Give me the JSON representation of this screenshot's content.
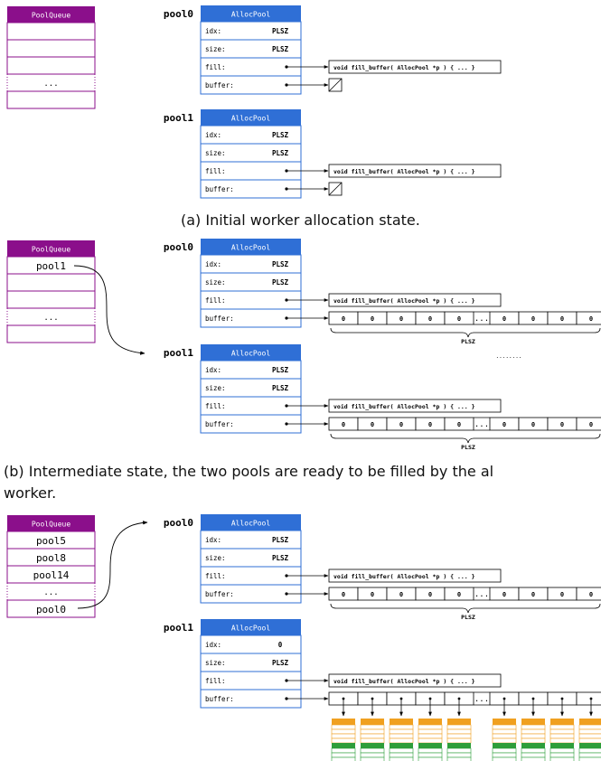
{
  "colors": {
    "queue_header": "#8B0F8B",
    "queue_border": "#8B0F8B",
    "pool_header": "#2F6FD6",
    "pool_border": "#2F6FD6",
    "bucket_orange": "#F0A020",
    "bucket_green": "#2E9E3A",
    "line": "#000000"
  },
  "labels": {
    "queue_title": "PoolQueue",
    "pool_title": "AllocPool",
    "field_idx": "idx:",
    "field_size": "size:",
    "field_fill": "fill:",
    "field_buffer": "buffer:",
    "plsz": "PLSZ",
    "fill_function": "void fill_buffer( AllocPool *p ) { ... }",
    "ellipsis": "...",
    "dots": "........",
    "zero": "0"
  },
  "panels": [
    {
      "id": "a",
      "caption": "(a) Initial worker allocation state.",
      "queue_entries": [
        "",
        "",
        "",
        "...",
        ""
      ],
      "pools": [
        {
          "name": "pool0",
          "idx": "PLSZ",
          "size": "PLSZ",
          "buffer": "null"
        },
        {
          "name": "pool1",
          "idx": "PLSZ",
          "size": "PLSZ",
          "buffer": "null"
        }
      ]
    },
    {
      "id": "b",
      "caption_lines": [
        "(b) Intermediate state, the two pools are ready to be filled by the al",
        "worker."
      ],
      "queue_entries": [
        "pool1",
        "",
        "",
        "...",
        ""
      ],
      "pools": [
        {
          "name": "pool0",
          "idx": "PLSZ",
          "size": "PLSZ",
          "buffer": "zeros"
        },
        {
          "name": "pool1",
          "idx": "PLSZ",
          "size": "PLSZ",
          "buffer": "zeros"
        }
      ]
    },
    {
      "id": "c",
      "queue_entries": [
        "pool5",
        "pool8",
        "pool14",
        "...",
        "pool0"
      ],
      "pools": [
        {
          "name": "pool0",
          "idx": "PLSZ",
          "size": "PLSZ",
          "buffer": "zeros"
        },
        {
          "name": "pool1",
          "idx": "0",
          "size": "PLSZ",
          "buffer": "pointers"
        }
      ]
    }
  ]
}
